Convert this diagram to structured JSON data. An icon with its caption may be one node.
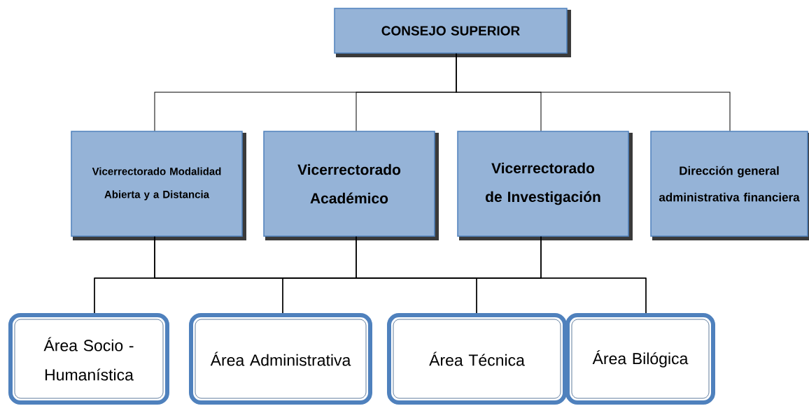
{
  "diagram": {
    "nodes": [
      {
        "text": [
          "CONSEJO SUPERIOR"
        ]
      },
      {
        "text": [
          "Vicerrectorado Modalidad Abierta y a Distancia"
        ]
      },
      {
        "text": [
          "Vicerrectorado Académico"
        ]
      },
      {
        "text": [
          "Vicerrectorado de Investigación"
        ]
      },
      {
        "text": [
          "Dirección general administrativa financiera"
        ]
      },
      {
        "text": [
          "Área Socio - Humanística"
        ]
      },
      {
        "text": [
          "Área Administrativa"
        ]
      },
      {
        "text": [
          "Área Técnica"
        ]
      },
      {
        "text": [
          "Área Bilógica"
        ]
      }
    ],
    "edges": [
      {
        "from": 0,
        "to": 1,
        "arrow": "none"
      },
      {
        "from": 0,
        "to": 2,
        "arrow": "none"
      },
      {
        "from": 0,
        "to": 3,
        "arrow": "none"
      },
      {
        "from": 0,
        "to": 4,
        "arrow": "none"
      },
      {
        "from": 1,
        "to": 5,
        "arrow": "none"
      },
      {
        "from": 1,
        "to": 6,
        "arrow": "none"
      },
      {
        "from": 1,
        "to": 7,
        "arrow": "none"
      },
      {
        "from": 1,
        "to": 8,
        "arrow": "none"
      },
      {
        "from": 2,
        "to": 5,
        "arrow": "none"
      },
      {
        "from": 2,
        "to": 6,
        "arrow": "none"
      },
      {
        "from": 2,
        "to": 7,
        "arrow": "none"
      },
      {
        "from": 2,
        "to": 8,
        "arrow": "none"
      },
      {
        "from": 3,
        "to": 5,
        "arrow": "none"
      },
      {
        "from": 3,
        "to": 6,
        "arrow": "none"
      },
      {
        "from": 3,
        "to": 7,
        "arrow": "none"
      },
      {
        "from": 3,
        "to": 8,
        "arrow": "none"
      }
    ]
  }
}
